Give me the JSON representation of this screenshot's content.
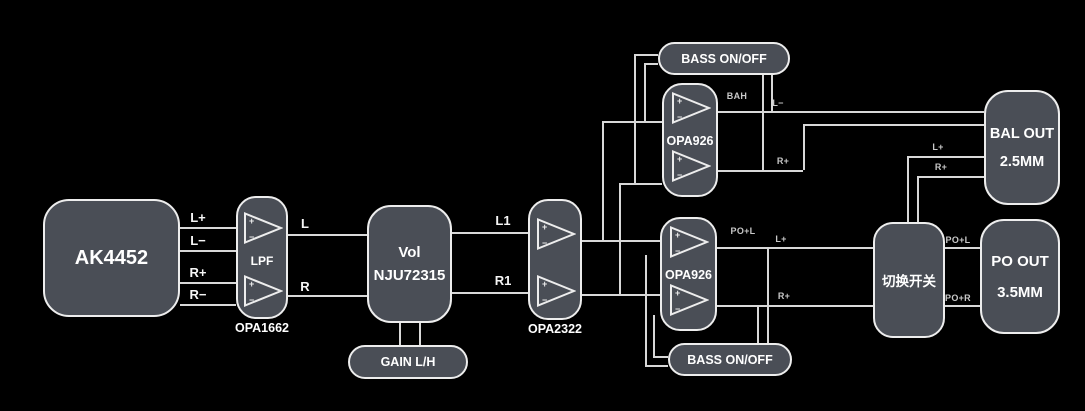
{
  "colors": {
    "background": "#000000",
    "block_fill": "#4a4e56",
    "block_border": "#ededed",
    "wire": "#d8d8d8",
    "net_label_small": "#c8c8c8",
    "text": "#ffffff"
  },
  "blocks": {
    "dac": {
      "label": "AK4452"
    },
    "lpf": {
      "label": "LPF",
      "chip": "OPA1662"
    },
    "vol": {
      "line1": "Vol",
      "line2": "NJU72315"
    },
    "gain": {
      "label": "GAIN L/H"
    },
    "buffer": {
      "chip": "OPA2322"
    },
    "amp_top": {
      "label": "OPA926"
    },
    "amp_bottom": {
      "label": "OPA926"
    },
    "bass_top": {
      "label": "BASS ON/OFF"
    },
    "bass_bottom": {
      "label": "BASS ON/OFF"
    },
    "switch": {
      "label": "切换开关"
    },
    "bal_out": {
      "line1": "BAL OUT",
      "line2": "2.5MM"
    },
    "po_out": {
      "line1": "PO OUT",
      "line2": "3.5MM"
    }
  },
  "nets": {
    "dac_l_plus": "L+",
    "dac_l_minus": "L−",
    "dac_r_plus": "R+",
    "dac_r_minus": "R−",
    "lpf_l": "L",
    "lpf_r": "R",
    "vol_l1": "L1",
    "vol_r1": "R1",
    "bah": "BAH",
    "bal_l_minus": "L−",
    "bal_r_plus_top": "R+",
    "bal_l_plus": "L+",
    "bal_r_plus": "R+",
    "amp_po_l": "PO+L",
    "amp_l_plus": "L+",
    "amp_r_plus": "R+",
    "po_out_l": "PO+L",
    "po_out_r": "PO+R"
  },
  "opamp": {
    "plus": "+",
    "minus": "−"
  }
}
